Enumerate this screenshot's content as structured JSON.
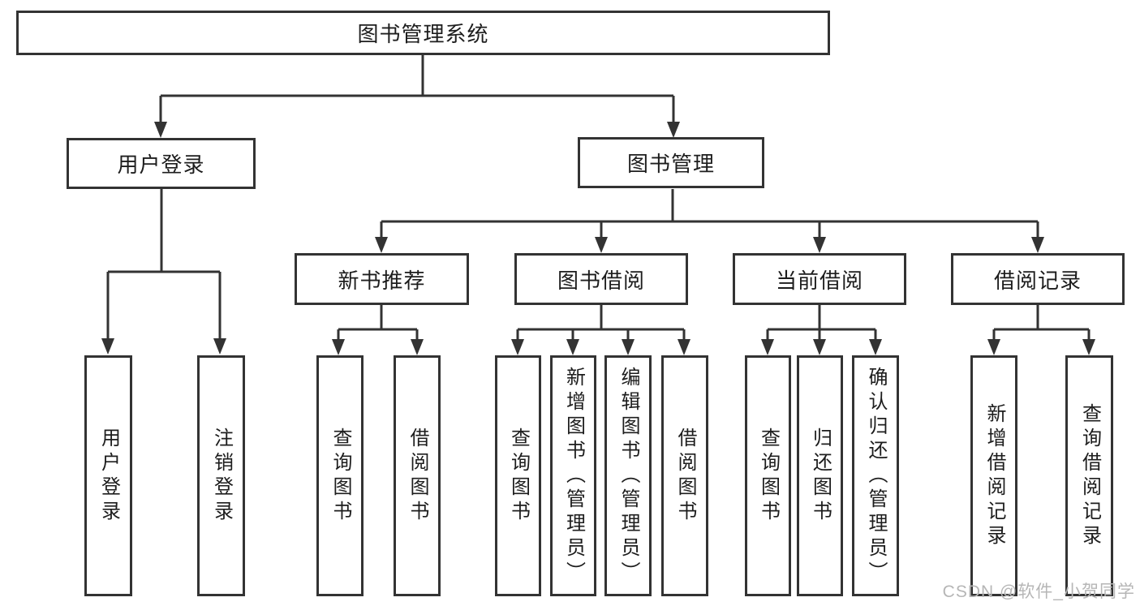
{
  "diagram": {
    "root": {
      "label": "图书管理系统"
    },
    "level2": [
      {
        "label": "用户登录"
      },
      {
        "label": "图书管理"
      }
    ],
    "level3": [
      {
        "label": "新书推荐"
      },
      {
        "label": "图书借阅"
      },
      {
        "label": "当前借阅"
      },
      {
        "label": "借阅记录"
      }
    ],
    "leaves": {
      "user_login": [
        "用户登录",
        "注销登录"
      ],
      "new_book": [
        "查询图书",
        "借阅图书"
      ],
      "book_borrow": [
        "查询图书",
        "新增图书（管理员）",
        "编辑图书（管理员）",
        "借阅图书"
      ],
      "current_borrow": [
        "查询图书",
        "归还图书",
        "确认归还（管理员）"
      ],
      "borrow_record": [
        "新增借阅记录",
        "查询借阅记录"
      ]
    },
    "watermark": "CSDN @软件_小贺同学",
    "colors": {
      "line": "#333333",
      "text": "#1d1d1d",
      "watermark": "#b6b6b6",
      "background": "#ffffff"
    }
  }
}
